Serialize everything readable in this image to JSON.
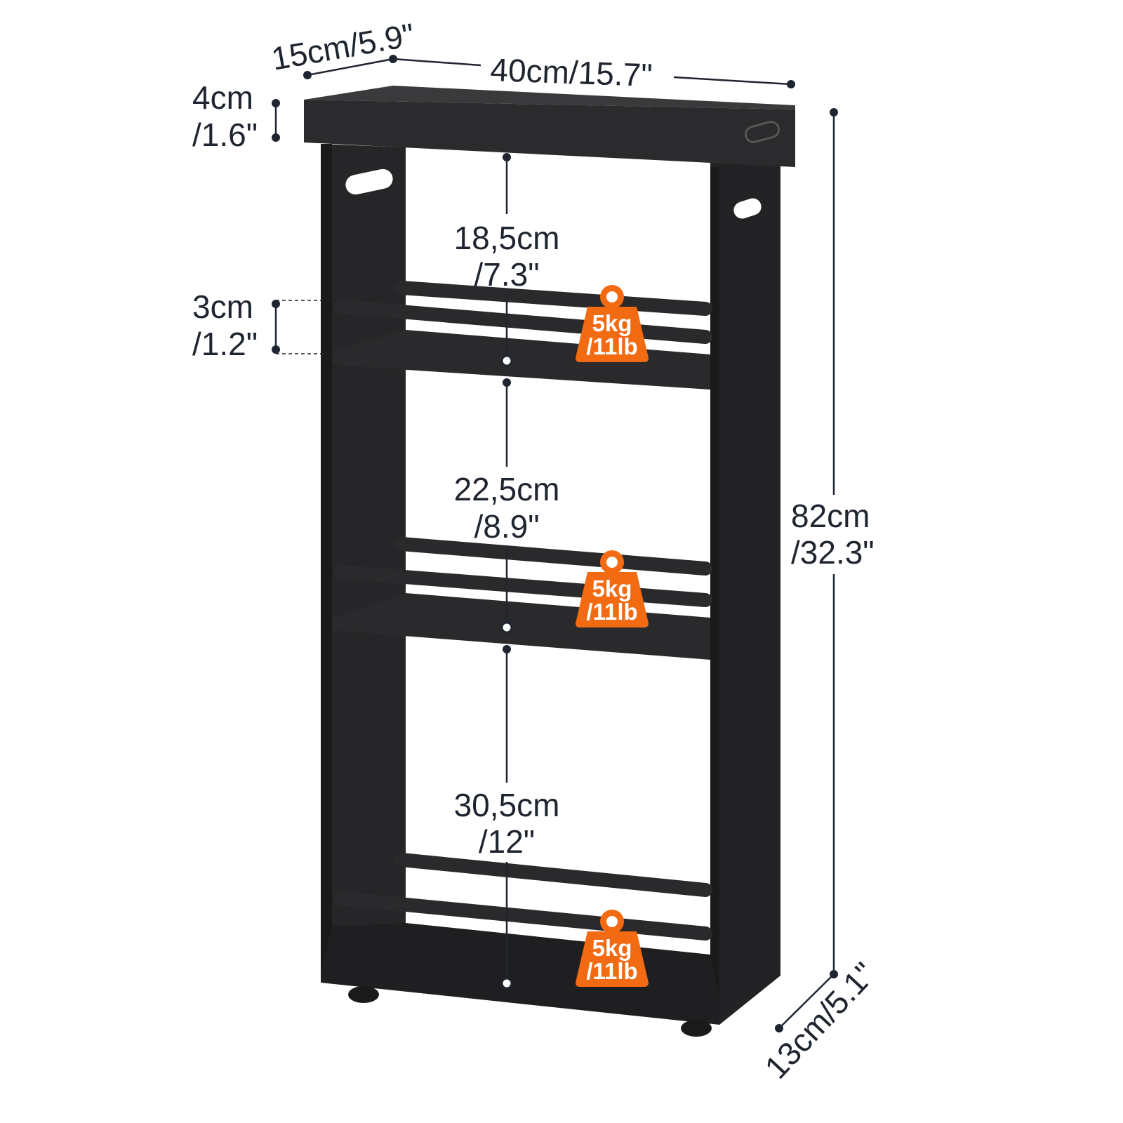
{
  "dimensions": {
    "depth_top": "15cm/5.9\"",
    "width": "40cm/15.7\"",
    "tray_height_cm": "4cm",
    "tray_height_in": "/1.6\"",
    "rail_gap_cm": "3cm",
    "rail_gap_in": "/1.2\"",
    "shelf1_cm": "18,5cm",
    "shelf1_in": "/7.3\"",
    "shelf2_cm": "22,5cm",
    "shelf2_in": "/8.9\"",
    "shelf3_cm": "30,5cm",
    "shelf3_in": "/12\"",
    "height_cm": "82cm",
    "height_in": "/32.3\"",
    "depth_bottom": "13cm/5.1\""
  },
  "load_tags": [
    {
      "kg": "5kg",
      "lb": "/11lb"
    },
    {
      "kg": "5kg",
      "lb": "/11lb"
    },
    {
      "kg": "5kg",
      "lb": "/11lb"
    }
  ],
  "colors": {
    "accent": "#f26a12",
    "product": "#2b2b2d",
    "text": "#1f2530"
  }
}
